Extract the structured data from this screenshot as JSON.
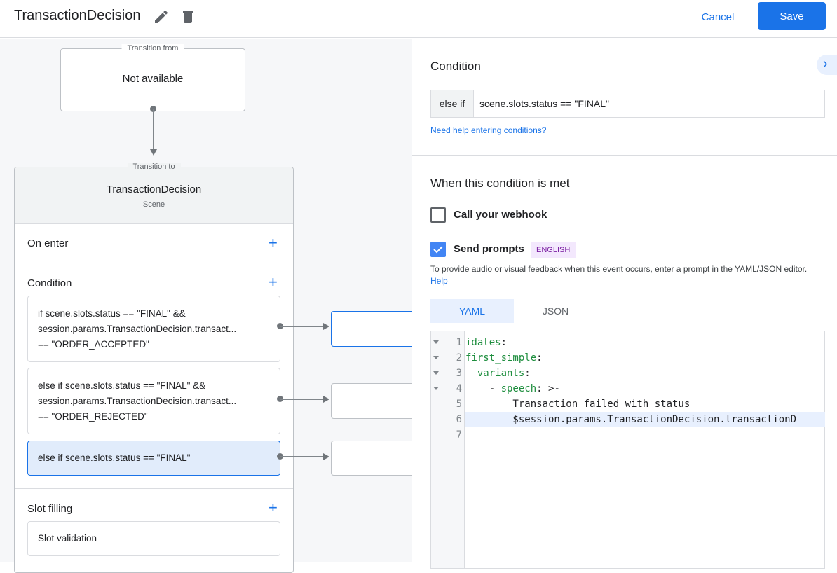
{
  "header": {
    "title": "TransactionDecision",
    "cancel_label": "Cancel",
    "save_label": "Save"
  },
  "canvas": {
    "transition_from": {
      "legend": "Transition from",
      "value": "Not available"
    },
    "scene": {
      "legend": "Transition to",
      "name": "TransactionDecision",
      "type": "Scene"
    },
    "on_enter": "On enter",
    "condition_label": "Condition",
    "conditions": [
      {
        "lines": [
          "if scene.slots.status == \"FINAL\" &&",
          "session.params.TransactionDecision.transact...",
          "== \"ORDER_ACCEPTED\""
        ],
        "selected": false
      },
      {
        "lines": [
          "else if scene.slots.status == \"FINAL\" &&",
          "session.params.TransactionDecision.transact...",
          "== \"ORDER_REJECTED\""
        ],
        "selected": false
      },
      {
        "lines": [
          "else if scene.slots.status == \"FINAL\""
        ],
        "selected": true
      }
    ],
    "slot_filling": "Slot filling",
    "slot_validation": "Slot validation"
  },
  "panel": {
    "condition_title": "Condition",
    "condition_prefix": "else if",
    "condition_value": "scene.slots.status == \"FINAL\"",
    "help_link": "Need help entering conditions?",
    "met_title": "When this condition is met",
    "webhook": {
      "label": "Call your webhook",
      "checked": false
    },
    "prompts": {
      "label": "Send prompts",
      "checked": true,
      "badge": "ENGLISH"
    },
    "description": "To provide audio or visual feedback when this event occurs, enter a prompt in the YAML/JSON editor.",
    "description_link": "Help",
    "tabs": [
      {
        "label": "YAML",
        "active": true
      },
      {
        "label": "JSON",
        "active": false
      }
    ],
    "editor": {
      "lines": [
        {
          "num": "1",
          "key": "idates",
          "rest": ":"
        },
        {
          "num": "2",
          "key": "first_simple",
          "rest": ":"
        },
        {
          "num": "3",
          "pre": "  ",
          "key": "variants",
          "rest": ":"
        },
        {
          "num": "4",
          "pre": "    - ",
          "key": "speech",
          "rest": ": >-"
        },
        {
          "num": "5",
          "pre": "        Transaction failed with status"
        },
        {
          "num": "6",
          "pre": "        $session.params.TransactionDecision.transactionD"
        },
        {
          "num": "7",
          "pre": ""
        }
      ],
      "highlighted_line": 6
    }
  },
  "colors": {
    "accent": "#1a73e8",
    "selected_bg": "#e1ecfb",
    "badge_bg": "#f3e8fd",
    "badge_text": "#7b1fa2",
    "yaml_key": "#1e8e3e"
  }
}
